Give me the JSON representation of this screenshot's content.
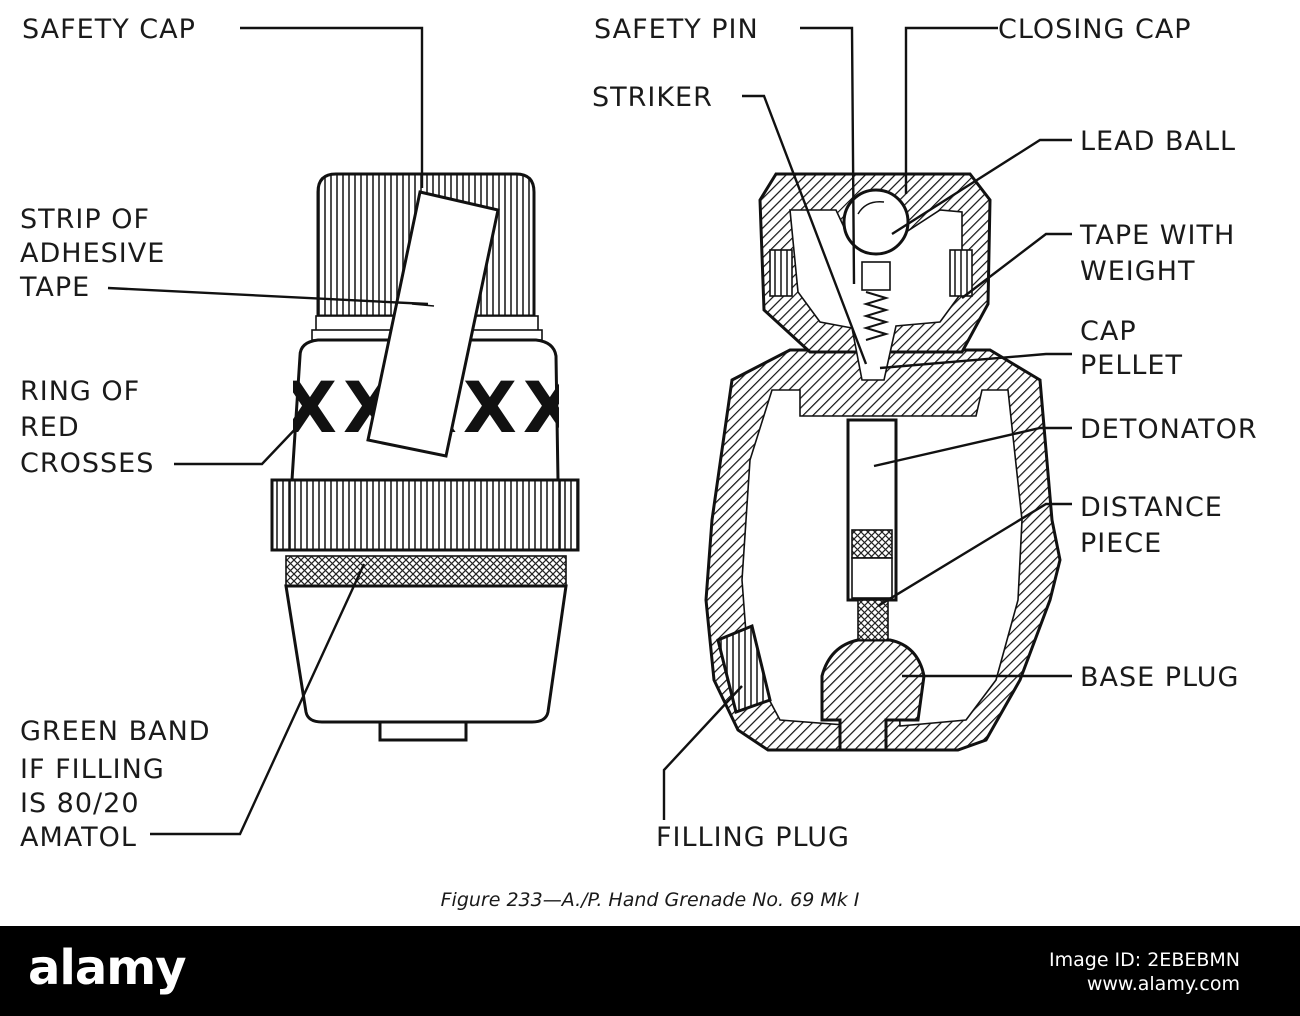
{
  "labels": {
    "safety_cap": "SAFETY CAP",
    "strip_tape": [
      "STRIP OF",
      "ADHESIVE",
      "TAPE"
    ],
    "ring_crosses": [
      "RING OF",
      "RED",
      "CROSSES"
    ],
    "green_band": [
      "GREEN BAND",
      "IF FILLING",
      "IS 80/20",
      "AMATOL"
    ],
    "safety_pin": "SAFETY PIN",
    "closing_cap": "CLOSING CAP",
    "striker": "STRIKER",
    "lead_ball": "LEAD BALL",
    "tape_weight": [
      "TAPE WITH",
      "WEIGHT"
    ],
    "cap_pellet": [
      "CAP",
      "PELLET"
    ],
    "detonator": "DETONATOR",
    "distance_piece": [
      "DISTANCE",
      "PIECE"
    ],
    "base_plug": "BASE PLUG",
    "filling_plug": "FILLING PLUG"
  },
  "crosses_text": "XXXXX",
  "caption": "Figure 233—A./P. Hand Grenade No. 69 Mk I",
  "footer": {
    "logo": "alamy",
    "line1": "Image ID: 2EBEBMN",
    "line2": "www.alamy.com"
  }
}
